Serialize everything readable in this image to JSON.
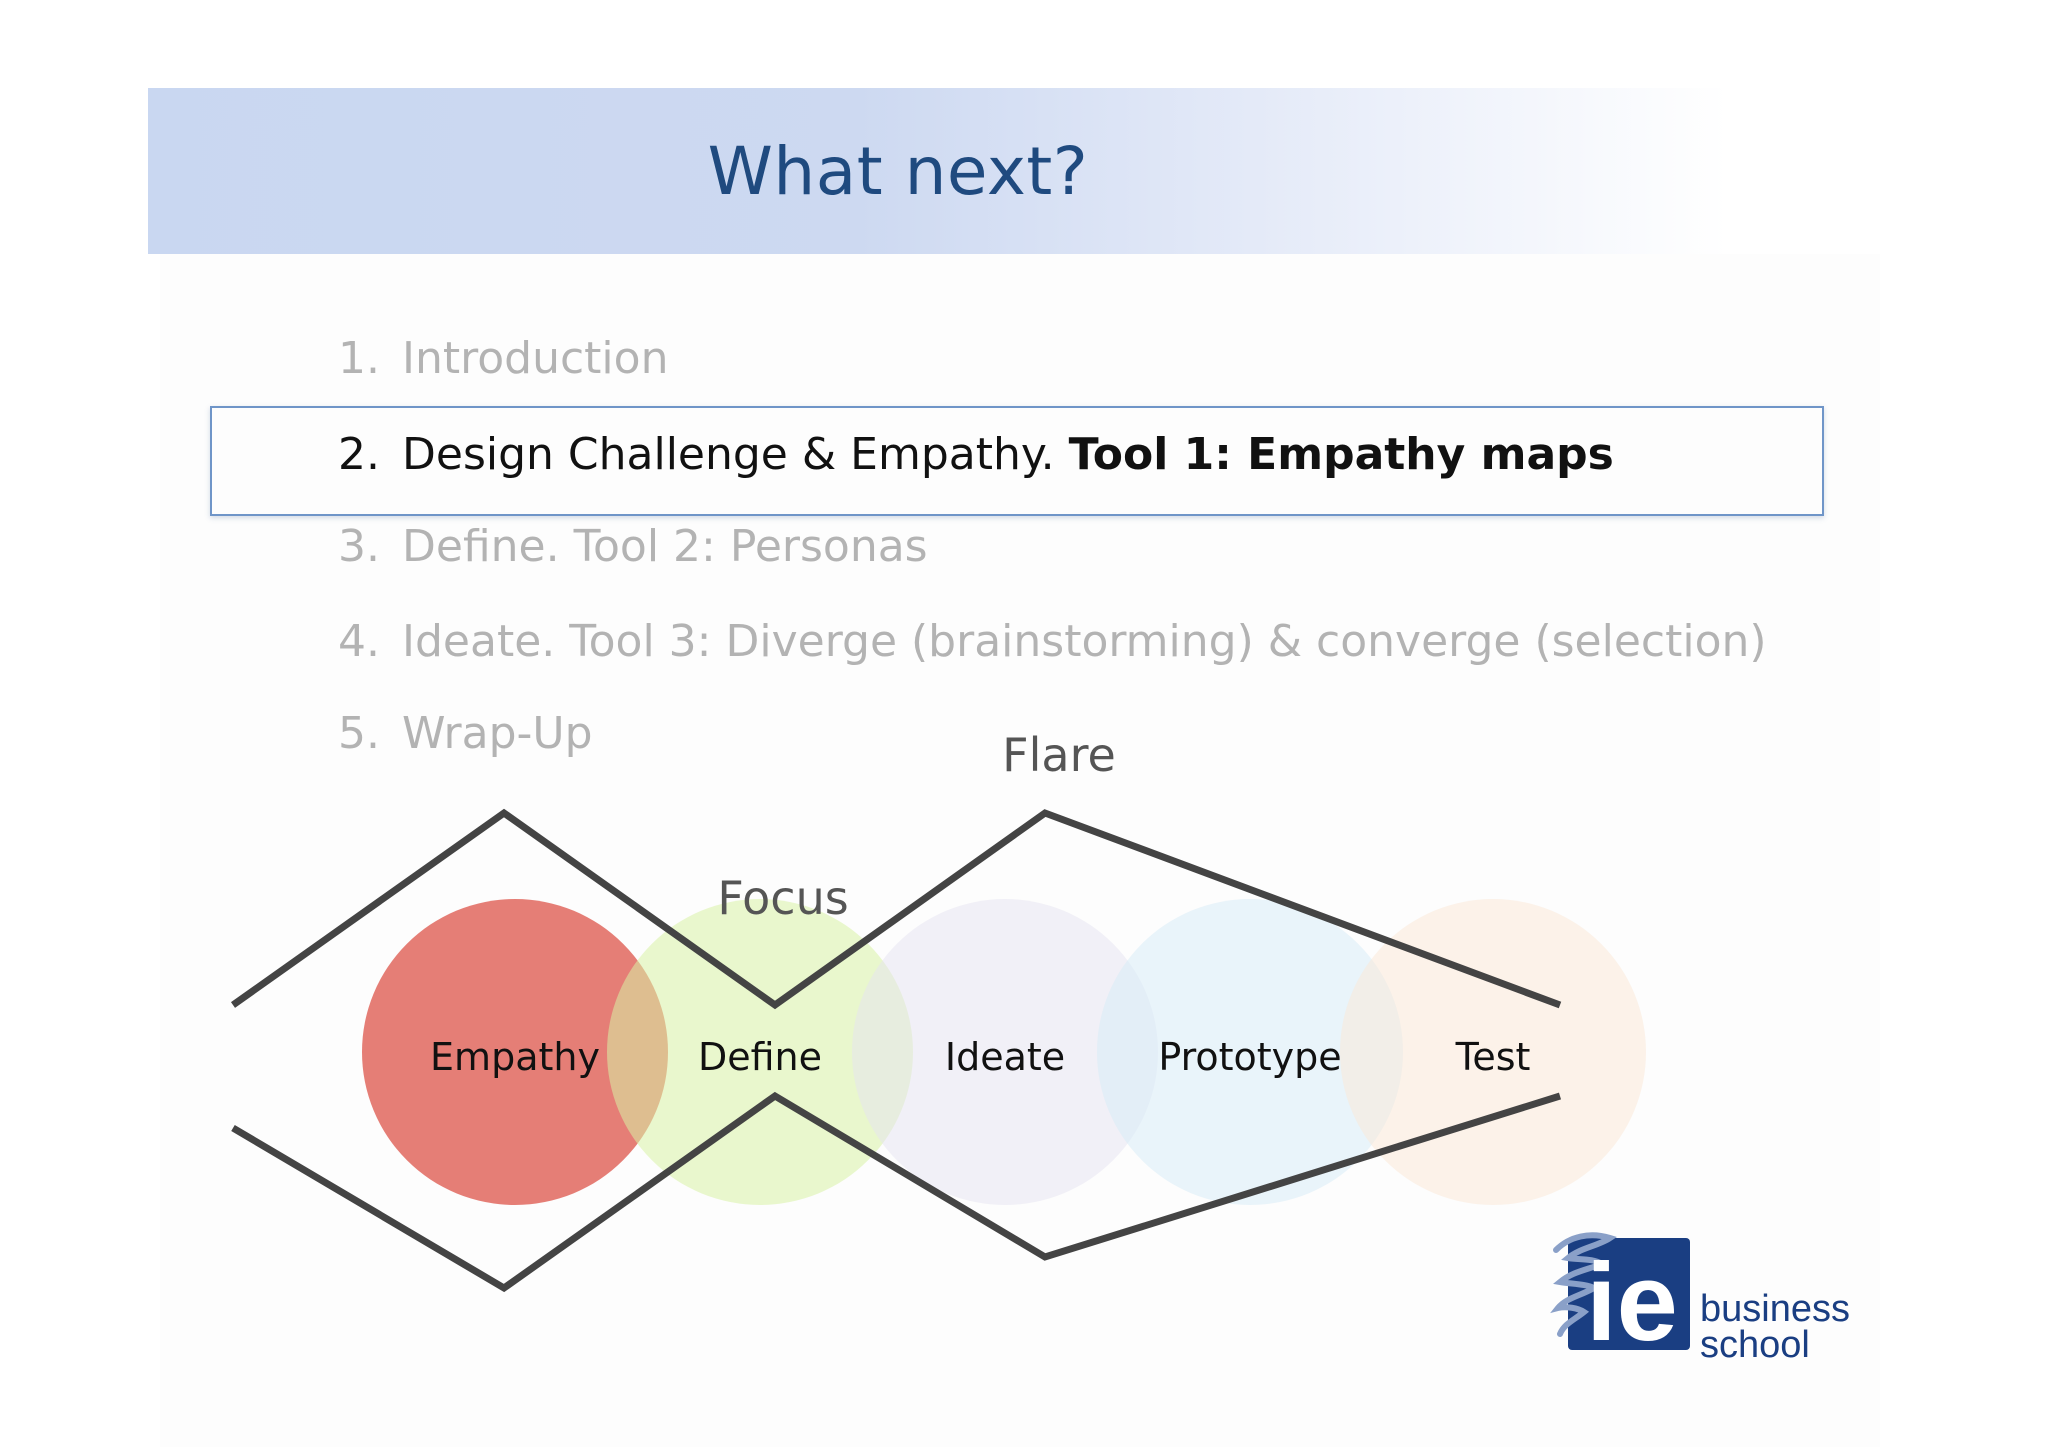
{
  "slide": {
    "title": "What next?"
  },
  "agenda": [
    {
      "num": "1.",
      "text": "Introduction",
      "strong": "",
      "active": false
    },
    {
      "num": "2.",
      "text": "Design Challenge & Empathy. ",
      "strong": "Tool 1: Empathy maps",
      "active": true
    },
    {
      "num": "3.",
      "text": "Define. Tool 2: Personas",
      "strong": "",
      "active": false
    },
    {
      "num": "4.",
      "text": "Ideate. Tool 3: Diverge (brainstorming) & converge (selection)",
      "strong": "",
      "active": false
    },
    {
      "num": "5.",
      "text": "Wrap-Up",
      "strong": "",
      "active": false
    }
  ],
  "diagram": {
    "phases": [
      {
        "label": "Empathy",
        "color": "#e0675e",
        "opacity": 0.85,
        "highlighted": true
      },
      {
        "label": "Define",
        "color": "#d9f2a6",
        "opacity": 0.55,
        "highlighted": false
      },
      {
        "label": "Ideate",
        "color": "#e6e3f2",
        "opacity": 0.5,
        "highlighted": false
      },
      {
        "label": "Prototype",
        "color": "#d6ecf7",
        "opacity": 0.5,
        "highlighted": false
      },
      {
        "label": "Test",
        "color": "#fbe8d6",
        "opacity": 0.5,
        "highlighted": false
      }
    ],
    "labels": {
      "flare": "Flare",
      "focus": "Focus"
    },
    "line_color": "#444444"
  },
  "logo": {
    "mark": "ie",
    "line1": "business",
    "line2": "school",
    "brand_color": "#1a3e82"
  }
}
